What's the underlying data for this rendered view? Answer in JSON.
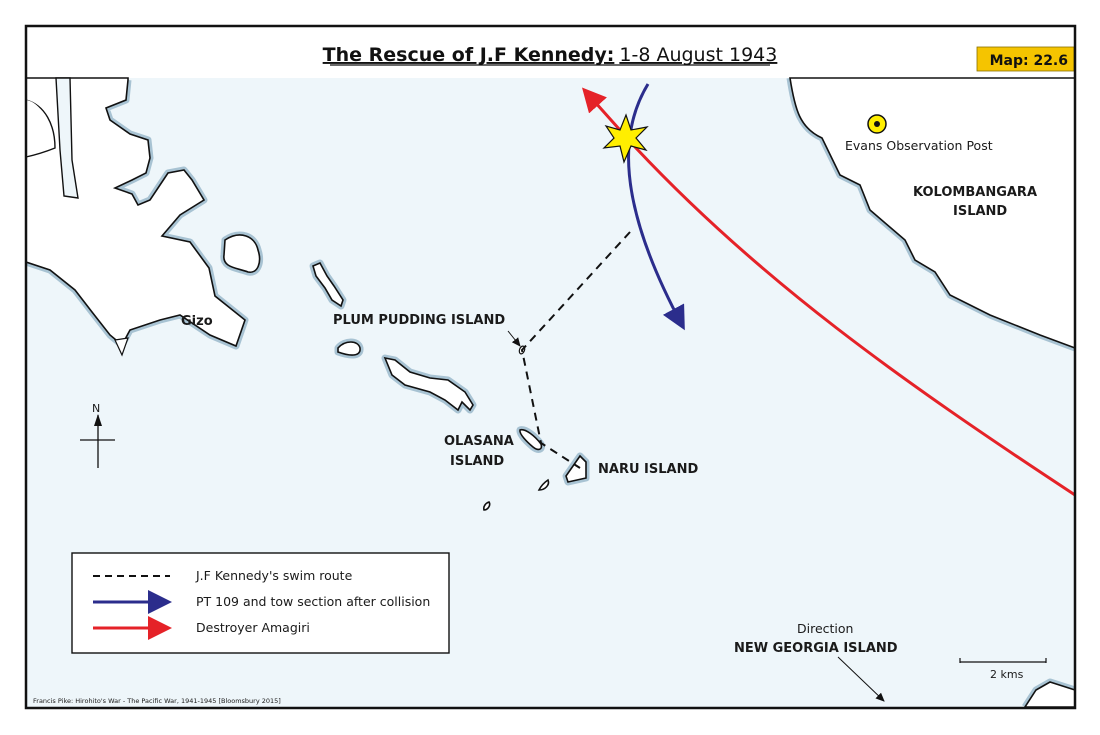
{
  "title": {
    "bold": "The Rescue of J.F Kennedy:",
    "regular": "1-8 August 1943"
  },
  "map_number": "Map: 22.6",
  "labels": {
    "gizo": "Gizo",
    "plum_pudding": "PLUM PUDDING ISLAND",
    "olasana_1": "OLASANA",
    "olasana_2": "ISLAND",
    "naru": "NARU ISLAND",
    "evans_post": "Evans Observation Post",
    "kolombangara_1": "KOLOMBANGARA",
    "kolombangara_2": "ISLAND",
    "direction": "Direction",
    "new_georgia": "NEW GEORGIA ISLAND",
    "north": "N",
    "scale": "2 kms"
  },
  "legend": [
    {
      "label": "J.F Kennedy's swim route",
      "style": "dashed",
      "color": "#111111"
    },
    {
      "label": "PT 109 and tow section after collision",
      "style": "arrow",
      "color": "#2b2d8c"
    },
    {
      "label": "Destroyer Amagiri",
      "style": "arrow",
      "color": "#e52228"
    }
  ],
  "credit": "Francis Pike:  Hirohito's War - The Pacific War, 1941-1945   [Bloomsbury 2015]",
  "colors": {
    "sea": "#eef6fa",
    "shore": "#a8c3d3",
    "badge": "#f5c400",
    "star": "#ffee00"
  }
}
